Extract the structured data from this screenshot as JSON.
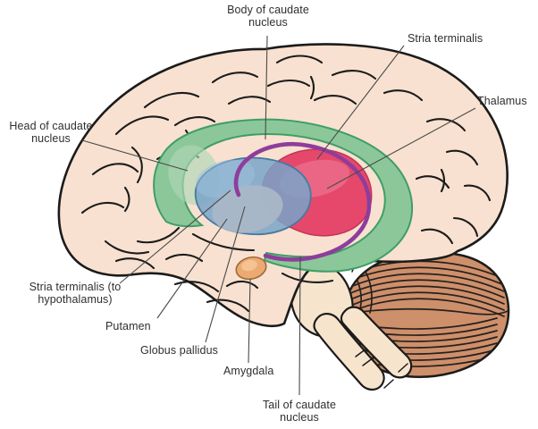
{
  "labels": {
    "body_of_caudate": "Body of caudate nucleus",
    "stria_terminalis": "Stria terminalis",
    "thalamus": "Thalamus",
    "head_of_caudate": "Head of caudate nucleus",
    "stria_terminalis_hypothalamus": "Stria terminalis (to hypothalamus)",
    "putamen": "Putamen",
    "globus_pallidus": "Globus pallidus",
    "amygdala": "Amygdala",
    "tail_of_caudate": "Tail of caudate nucleus"
  },
  "colors": {
    "background": "#ffffff",
    "cerebrum": "#f8e1d0",
    "cerebrum_outline": "#1b1b1b",
    "caudate_green": "#8cc79a",
    "caudate_green_edge": "#3f9e68",
    "caudate_highlight": "#aed7b4",
    "thalamus_red": "#e5486b",
    "thalamus_highlight": "#ef8099",
    "putamen_blue": "#79a4c9",
    "putamen_highlight": "#9cc0dd",
    "putamen_edge": "#46799f",
    "globus_pallidus_gray": "#abb8c8",
    "stria_purple": "#8e3d9b",
    "amygdala_orange": "#ecaa72",
    "amygdala_edge": "#9c6a3a",
    "amygdala_highlight": "#f6c897",
    "cerebellum_tan": "#ce8f6b",
    "brainstem_cream": "#f7e4cd",
    "leader_line": "#4a4a4a",
    "label_text": "#2f2f2f"
  }
}
